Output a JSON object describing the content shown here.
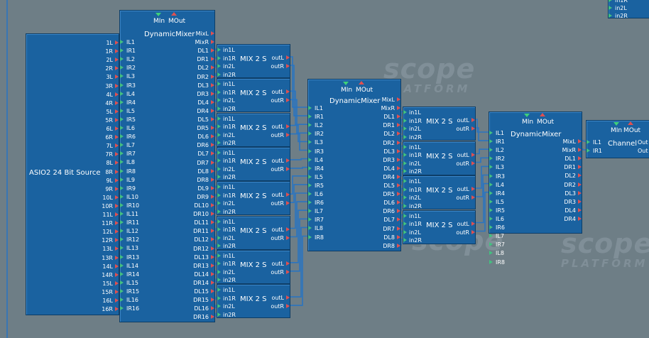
{
  "watermark": {
    "brand": "scope",
    "tag": "PLATFORM"
  },
  "colors": {
    "background": "#6e7e86",
    "module": "#1a62a0",
    "wire": "#2a74c0",
    "pin_in": "#44c080",
    "pin_out": "#e05050"
  },
  "source": {
    "title": "ASIO2 24 Bit Source",
    "in_pins": [
      "1L",
      "1R",
      "2L",
      "2R",
      "3L",
      "3R",
      "4L",
      "4R",
      "5L",
      "5R",
      "6L",
      "6R",
      "7L",
      "7R",
      "8L",
      "8R",
      "9L",
      "9R",
      "10L",
      "10R",
      "11L",
      "11R",
      "12L",
      "12R",
      "13L",
      "13R",
      "14L",
      "14R",
      "15L",
      "15R",
      "16L",
      "16R"
    ]
  },
  "mixer1": {
    "min": "MIn",
    "mout": "MOut",
    "title": "DynamicMixer",
    "inputs": [
      "IL1",
      "IR1",
      "IL2",
      "IR2",
      "IL3",
      "IR3",
      "IL4",
      "IR4",
      "IL5",
      "IR5",
      "IL6",
      "IR6",
      "IL7",
      "IR7",
      "IL8",
      "IR8",
      "IL9",
      "IR9",
      "IL10",
      "IR10",
      "IL11",
      "IR11",
      "IL12",
      "IR12",
      "IL13",
      "IR13",
      "IL14",
      "IR14",
      "IL15",
      "IR15",
      "IL16",
      "IR16"
    ],
    "outputs": [
      "MixL",
      "MixR",
      "DL1",
      "DR1",
      "DL2",
      "DR2",
      "DL3",
      "DR3",
      "DL4",
      "DR4",
      "DL5",
      "DR5",
      "DL6",
      "DR6",
      "DL7",
      "DR7",
      "DL8",
      "DR8",
      "DL9",
      "DR9",
      "DL10",
      "DR10",
      "DL11",
      "DR11",
      "DL12",
      "DR12",
      "DL13",
      "DR13",
      "DL14",
      "DR14",
      "DL15",
      "DR15",
      "DL16",
      "DR16"
    ]
  },
  "mix2s_col1": {
    "title": "MIX 2 S",
    "inputs": [
      "in1L",
      "in1R",
      "in2L",
      "in2R"
    ],
    "outputs": [
      "outL",
      "outR"
    ],
    "count": 8
  },
  "mixer2": {
    "min": "MIn",
    "mout": "MOut",
    "title": "DynamicMixer",
    "inputs": [
      "IL1",
      "IR1",
      "IL2",
      "IR2",
      "IL3",
      "IR3",
      "IL4",
      "IR4",
      "IL5",
      "IR5",
      "IL6",
      "IR6",
      "IL7",
      "IR7",
      "IL8",
      "IR8"
    ],
    "outputs": [
      "MixL",
      "MixR",
      "DL1",
      "DR1",
      "DL2",
      "DR2",
      "DL3",
      "DR3",
      "DL4",
      "DR4",
      "DL5",
      "DR5",
      "DL6",
      "DR6",
      "DL7",
      "DR7",
      "DL8",
      "DR8"
    ]
  },
  "mix2s_col2": {
    "title": "MIX 2 S",
    "inputs": [
      "in1L",
      "in1R",
      "in2L",
      "in2R"
    ],
    "outputs": [
      "outL",
      "outR"
    ],
    "count": 4
  },
  "mixer3": {
    "min": "MIn",
    "mout": "MOut",
    "title": "DynamicMixer",
    "inputs": [
      "IL1",
      "IR1",
      "IL2",
      "IR2",
      "IL3",
      "IR3",
      "IL4",
      "IR4",
      "IL5",
      "IR5",
      "IL6",
      "IR6",
      "IL7",
      "IR7",
      "IL8",
      "IR8"
    ],
    "outputs": [
      "MixL",
      "MixR",
      "DL1",
      "DR1",
      "DL2",
      "DR2",
      "DL3",
      "DR3",
      "DL4",
      "DR4"
    ]
  },
  "channel": {
    "min": "MIn",
    "mout": "MOut",
    "title": "Channel",
    "inputs": [
      "IL1",
      "IR1"
    ],
    "outputs": [
      "Out",
      "Out"
    ]
  },
  "corner_module": {
    "inputs": [
      "in1R",
      "in2L",
      "in2R"
    ]
  }
}
